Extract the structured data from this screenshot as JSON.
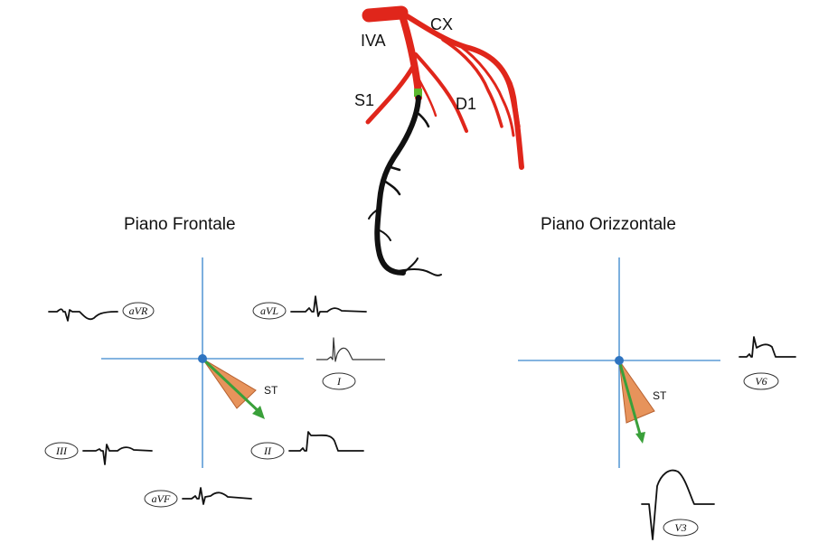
{
  "artery_labels": {
    "lad": "IVA",
    "circumflex": "CX",
    "septal": "S1",
    "diagonal": "D1"
  },
  "frontal_plane": {
    "title": "Piano Frontale",
    "st_label": "ST",
    "leads": {
      "avr": "aVR",
      "avl": "aVL",
      "i": "I",
      "iii": "III",
      "ii": "II",
      "avf": "aVF"
    }
  },
  "horizontal_plane": {
    "title": "Piano Orizzontale",
    "st_label": "ST",
    "leads": {
      "v6": "V6",
      "v3": "V3"
    }
  },
  "colors": {
    "artery_red": "#e0261b",
    "occluded_black": "#111111",
    "occlusion_marker_green": "#5cb82e",
    "axis_blue": "#5b9bd5",
    "origin_dot": "#2f74c0",
    "st_cone_fill": "#e58a4e",
    "st_cone_stroke": "#b0531e",
    "st_vector_green": "#3aa03a"
  }
}
